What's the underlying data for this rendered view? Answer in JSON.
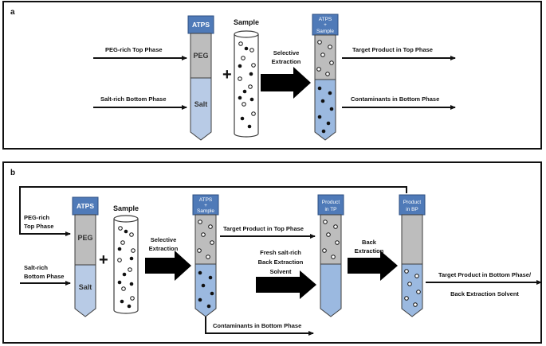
{
  "panel_a": {
    "label": "a",
    "tube_cap": "ATPS",
    "phase_top": "PEG",
    "phase_bottom": "Salt",
    "sample_title": "Sample",
    "arrow_top_in": "PEG-rich Top Phase",
    "arrow_bottom_in": "Salt-rich Bottom Phase",
    "plus": "+",
    "step_line1": "Selective",
    "step_line2": "Extraction",
    "result_cap_line1": "ATPS",
    "result_cap_line2": "+",
    "result_cap_line3": "Sample",
    "out_top": "Target Product in Top Phase",
    "out_bottom": "Contaminants in Bottom Phase"
  },
  "panel_b": {
    "label": "b",
    "tube_cap": "ATPS",
    "phase_top": "PEG",
    "phase_bottom": "Salt",
    "sample_title": "Sample",
    "in_top_line1": "PEG-rich",
    "in_top_line2": "Top Phase",
    "in_bottom_line1": "Salt-rich",
    "in_bottom_line2": "Bottom Phase",
    "plus": "+",
    "step1_line1": "Selective",
    "step1_line2": "Extraction",
    "result_cap_line1": "ATPS",
    "result_cap_line2": "+",
    "result_cap_line3": "Sample",
    "top_product": "Target Product in Top Phase",
    "fresh_line1": "Fresh salt-rich",
    "fresh_line2": "Back Extraction",
    "fresh_line3": "Solvent",
    "tp_cap_line1": "Product",
    "tp_cap_line2": "in TP",
    "step2_line1": "Back",
    "step2_line2": "Extraction",
    "bp_cap_line1": "Product",
    "bp_cap_line2": "in BP",
    "final_line1": "Target Product in Bottom Phase/",
    "final_line2": "Back Extraction Solvent",
    "contaminants": "Contaminants in Bottom Phase"
  },
  "colors": {
    "cap": "#4f7ab8",
    "peg": "#bdbdbd",
    "salt": "#b8cbe6",
    "salt_dark": "#9bb9e0",
    "outline": "#3d3d3d"
  }
}
